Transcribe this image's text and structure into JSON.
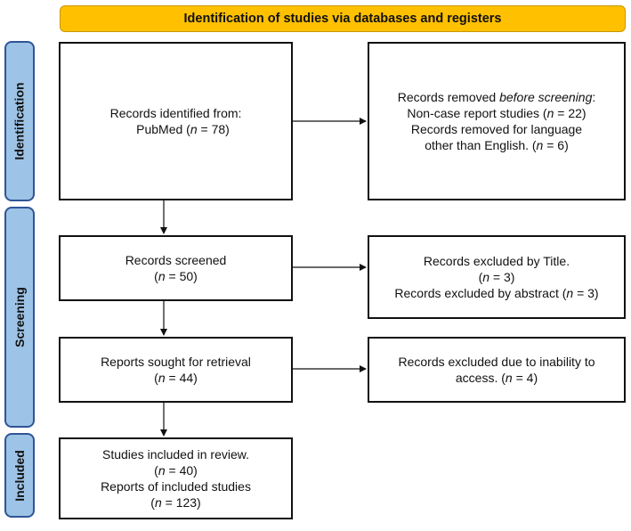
{
  "header": {
    "title": "Identification of studies via databases and registers"
  },
  "stages": {
    "identification": "Identification",
    "screening": "Screening",
    "included": "Included"
  },
  "boxes": {
    "identified": {
      "line1": "Records identified from:",
      "line2_text": "PubMed (",
      "line2_n": "n",
      "line2_val": " = 78)"
    },
    "removed": {
      "line1_text": "Records removed ",
      "line1_italic": "before screening",
      "line1_end": ":",
      "line2_text": "Non-case report studies (",
      "line2_n": "n",
      "line2_val": " = 22)",
      "line3": "Records removed for language",
      "line4_text": "other than English. (",
      "line4_n": "n",
      "line4_val": " = 6)"
    },
    "screened": {
      "line1": "Records screened",
      "line2_open": "(",
      "line2_n": "n",
      "line2_val": " = 50)"
    },
    "excluded_title": {
      "line1": "Records excluded by Title.",
      "line2_open": "(",
      "line2_n": "n",
      "line2_val": " = 3)",
      "line3_text": "Records excluded by abstract (",
      "line3_n": "n",
      "line3_val": " = 3)"
    },
    "sought": {
      "line1": "Reports sought for retrieval",
      "line2_open": "(",
      "line2_n": "n",
      "line2_val": " = 44)"
    },
    "excluded_access": {
      "line1": "Records excluded due to inability to",
      "line2_text": "access. (",
      "line2_n": "n",
      "line2_val": " = 4)"
    },
    "included": {
      "line1": "Studies included in review.",
      "line2_open": "(",
      "line2_n": "n",
      "line2_val": " = 40)",
      "line3": "Reports of included studies",
      "line4_open": "(",
      "line4_n": "n",
      "line4_val": " = 123)"
    }
  },
  "colors": {
    "header_fill": "#FFC000",
    "stage_fill": "#9DC3E6",
    "stage_border": "#2F5597",
    "box_border": "#111111"
  }
}
